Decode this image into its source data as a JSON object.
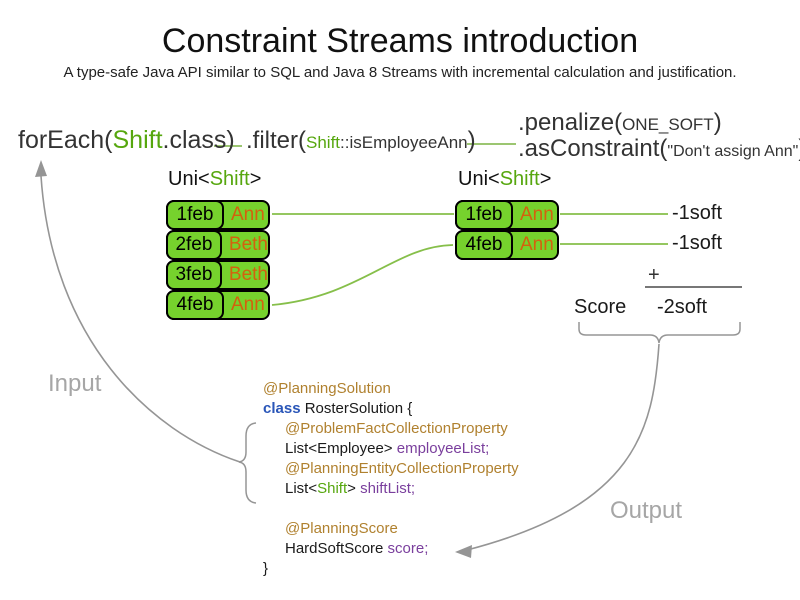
{
  "page": {
    "title": "Constraint Streams introduction",
    "subtitle": "A type-safe Java API similar to SQL and Java 8 Streams with incremental calculation and justification."
  },
  "pipeline": {
    "foreach": {
      "pre": "forEach(",
      "type": "Shift",
      "post": ".class)"
    },
    "filter": {
      "pre": ".filter(",
      "arg_type": "Shift",
      "arg_rest": "::isEmployeeAnn",
      "post": ")"
    },
    "penalize": {
      "pre": ".penalize(",
      "arg": "ONE_SOFT",
      "post": ")"
    },
    "as_constraint": {
      "pre": ".asConstraint(",
      "arg": "\"Don't assign Ann\"",
      "post": ")"
    }
  },
  "streams": {
    "left": {
      "label_pre": "Uni<",
      "label_type": "Shift",
      "label_post": ">",
      "rows": [
        {
          "date": "1feb",
          "employee": "Ann"
        },
        {
          "date": "2feb",
          "employee": "Beth"
        },
        {
          "date": "3feb",
          "employee": "Beth"
        },
        {
          "date": "4feb",
          "employee": "Ann"
        }
      ]
    },
    "right": {
      "label_pre": "Uni<",
      "label_type": "Shift",
      "label_post": ">",
      "rows": [
        {
          "date": "1feb",
          "employee": "Ann"
        },
        {
          "date": "4feb",
          "employee": "Ann"
        }
      ]
    }
  },
  "score_panel": {
    "penalties": [
      "-1soft",
      "-1soft"
    ],
    "plus": "+",
    "score_label": "Score",
    "total": "-2soft"
  },
  "labels": {
    "input": "Input",
    "output": "Output"
  },
  "code": {
    "annotation_solution": "@PlanningSolution",
    "kw_class": "class",
    "class_decl": " RosterSolution {",
    "annotation_problem_fact": "@ProblemFactCollectionProperty",
    "field1_type": "List<Employee> ",
    "field1_name": "employeeList;",
    "annotation_planning_entity": "@PlanningEntityCollectionProperty",
    "field2_type_pre": "List<",
    "field2_type_generic": "Shift",
    "field2_type_post": "> ",
    "field2_name": "shiftList;",
    "annotation_planning_score": "@PlanningScore",
    "field3_type": "HardSoftScore ",
    "field3_name": "score;",
    "closing_brace": "}"
  },
  "colors": {
    "box_green": "#76d22d",
    "type_green": "#56a70e",
    "employee_orange": "#d4610e",
    "annotation_gold": "#b0812f",
    "keyword_blue": "#2a56b8",
    "field_purple": "#7a3f9d",
    "connector_green": "#86bf4a",
    "flow_gray": "#959595"
  }
}
